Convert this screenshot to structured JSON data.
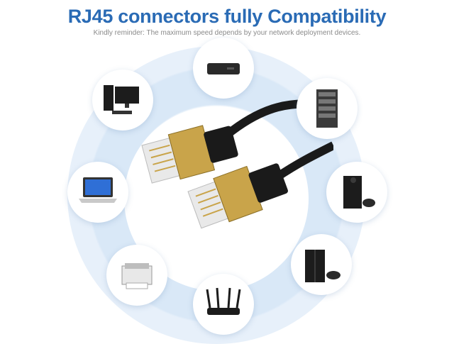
{
  "header": {
    "title": "RJ45 connectors fully Compatibility",
    "subtitle": "Kindly reminder: The maximum speed depends by your network deployment devices."
  },
  "devices": [
    {
      "name": "tv-box",
      "icon": "tv-box-icon"
    },
    {
      "name": "server-rack",
      "icon": "server-rack-icon"
    },
    {
      "name": "game-console-xbox",
      "icon": "xbox-console-icon"
    },
    {
      "name": "game-console-ps4",
      "icon": "ps4-console-icon"
    },
    {
      "name": "router",
      "icon": "router-icon"
    },
    {
      "name": "printer",
      "icon": "printer-icon"
    },
    {
      "name": "laptop",
      "icon": "laptop-icon"
    },
    {
      "name": "desktop-pc",
      "icon": "desktop-pc-icon"
    }
  ],
  "colors": {
    "title": "#2a6bb5",
    "ring": "#d9e8f7",
    "cable": "#1a1a1a",
    "connector_gold": "#c9a44a"
  }
}
